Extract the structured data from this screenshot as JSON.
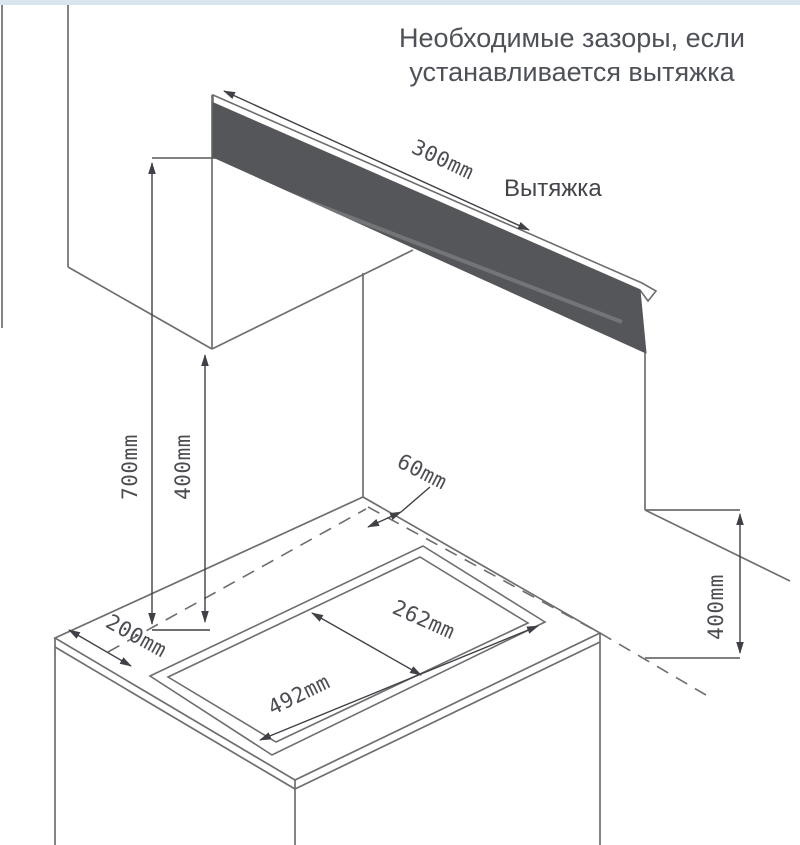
{
  "diagram": {
    "title_line1": "Необходимые зазоры, если",
    "title_line2": "устанавливается вытяжка",
    "hood_label": "Вытяжка",
    "dimensions": {
      "hood_depth": "300mm",
      "clearance_hood_to_counter": "700mm",
      "clearance_cabinet_to_counter": "400mm",
      "back_edge_gap": "60mm",
      "left_edge_gap": "200mm",
      "cutout_depth": "262mm",
      "cutout_width": "492mm",
      "clearance_right_wall": "400mm"
    },
    "colors": {
      "hood_fill": "#55565a",
      "line": "#6e6e6e",
      "dim_line": "#4b4b4b",
      "top_strip": "#d9e5ef"
    }
  }
}
